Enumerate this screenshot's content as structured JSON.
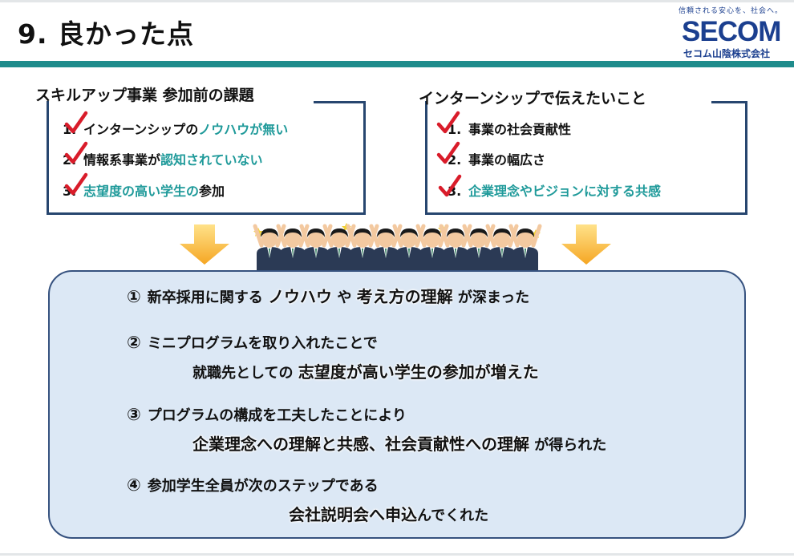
{
  "title": "9. 良かった点",
  "logo": {
    "tagline": "信頼される安心を、社会へ。",
    "wordmark": "SECOM",
    "company": "セコム山陰株式会社"
  },
  "left_box": {
    "heading": "スキルアップ事業 参加前の課題",
    "items": [
      {
        "num": "1.",
        "pre": "インターンシップの",
        "hl": "ノウハウが無い",
        "post": ""
      },
      {
        "num": "2.",
        "pre": "情報系事業が",
        "hl": "認知されていない",
        "post": ""
      },
      {
        "num": "3.",
        "pre": "",
        "hl": "志望度の高い学生の",
        "post": "参加"
      }
    ]
  },
  "right_box": {
    "heading": "インターンシップで伝えたいこと",
    "items": [
      {
        "num": "1.",
        "pre": "事業の社会貢献性",
        "hl": "",
        "post": ""
      },
      {
        "num": "2.",
        "pre": "事業の幅広さ",
        "hl": "",
        "post": ""
      },
      {
        "num": "3.",
        "pre": "",
        "hl": "企業理念やビジョンに対する共感",
        "post": ""
      }
    ]
  },
  "results": [
    {
      "marker": "①",
      "a": "新卒採用に関する",
      "b": "ノウハウ",
      "c": "や",
      "d": "考え方の理解",
      "e": "が深まった"
    },
    {
      "marker": "②",
      "line1": "ミニプログラムを取り入れたことで",
      "line2_pre": "就職先としての",
      "line2_big": "志望度が高い学生の参加が増えた"
    },
    {
      "marker": "③",
      "line1": "プログラムの構成を工夫したことにより",
      "line2_big": "企業理念への理解と共感、社会貢献性への理解",
      "line2_post": "が得られた"
    },
    {
      "marker": "④",
      "line1": "参加学生全員が次のステップである",
      "line2_big": "会社説明会へ申込",
      "line2_post": "んでくれた"
    }
  ],
  "colors": {
    "teal_band": "#1f8c8c",
    "navy": "#27466f",
    "highlight_text": "#1f9a9a",
    "check_red": "#d91c2a",
    "arrow_orange": "#f5a623",
    "result_bg": "#dce8f5"
  }
}
